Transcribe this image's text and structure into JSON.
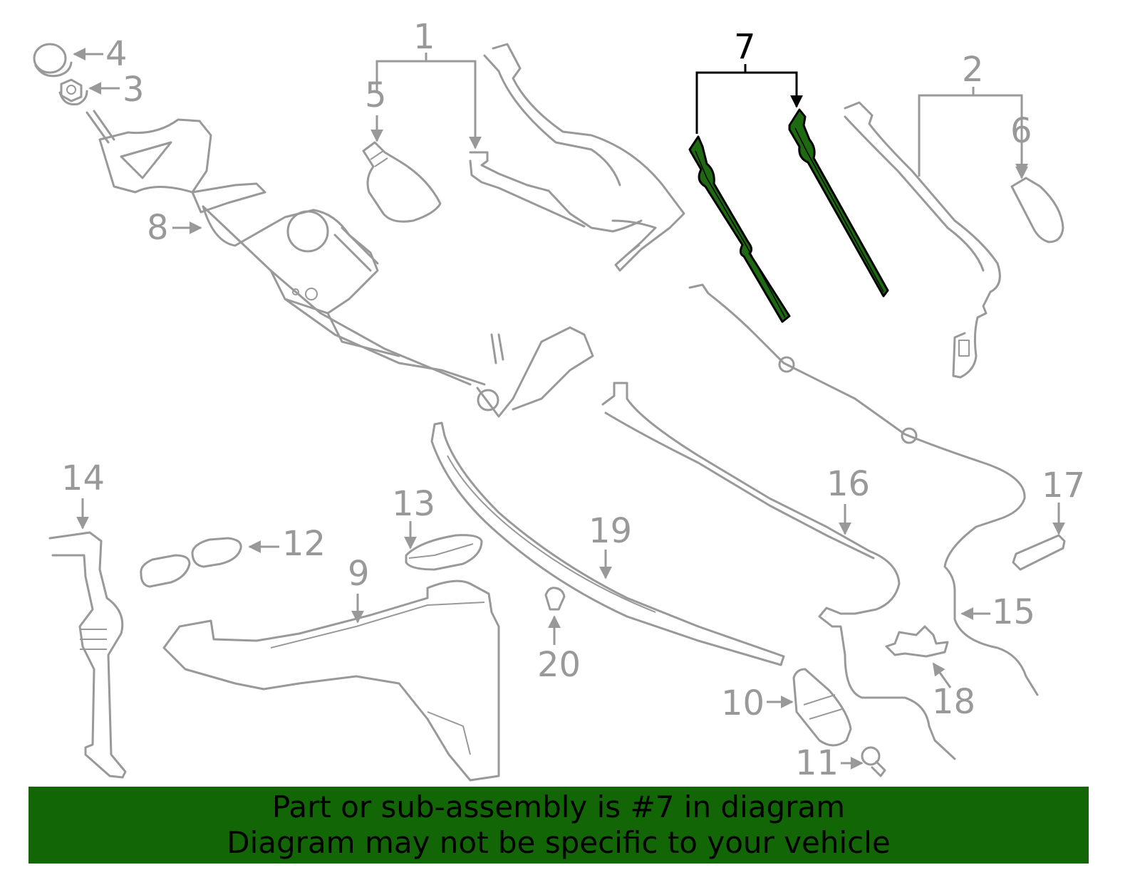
{
  "diagram": {
    "type": "exploded parts diagram",
    "subject": "windshield wiper and washer system",
    "highlighted_part": "7",
    "colors": {
      "part_line": "#999999",
      "highlight_line": "#000000",
      "highlight_fill": "#1d6a10",
      "banner_bg": "#136606",
      "banner_text": "#000000"
    },
    "callouts": [
      {
        "id": "1",
        "label": "1"
      },
      {
        "id": "2",
        "label": "2"
      },
      {
        "id": "3",
        "label": "3"
      },
      {
        "id": "4",
        "label": "4"
      },
      {
        "id": "5",
        "label": "5"
      },
      {
        "id": "6",
        "label": "6"
      },
      {
        "id": "7",
        "label": "7",
        "highlighted": true
      },
      {
        "id": "8",
        "label": "8"
      },
      {
        "id": "9",
        "label": "9"
      },
      {
        "id": "10",
        "label": "10"
      },
      {
        "id": "11",
        "label": "11"
      },
      {
        "id": "12",
        "label": "12"
      },
      {
        "id": "13",
        "label": "13"
      },
      {
        "id": "14",
        "label": "14"
      },
      {
        "id": "15",
        "label": "15"
      },
      {
        "id": "16",
        "label": "16"
      },
      {
        "id": "17",
        "label": "17"
      },
      {
        "id": "18",
        "label": "18"
      },
      {
        "id": "19",
        "label": "19"
      },
      {
        "id": "20",
        "label": "20"
      }
    ]
  },
  "banner": {
    "line1": "Part or sub-assembly is #7 in diagram",
    "line2": "Diagram may not be specific to your vehicle"
  }
}
